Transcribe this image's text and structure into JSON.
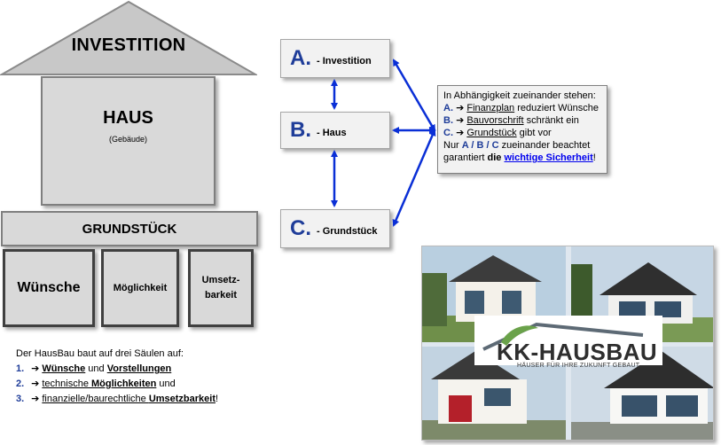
{
  "house": {
    "roof_label": "INVESTITION",
    "body_label": "HAUS",
    "body_sub": "(Gebäude)",
    "ground_label": "GRUNDSTÜCK",
    "pillars": [
      "Wünsche",
      "Möglichkeit",
      "Umsetz-",
      "barkeit"
    ]
  },
  "pillars_list": {
    "intro": "Der HausBau baut auf drei Säulen auf:",
    "items": [
      {
        "num": "1.",
        "arrow": "➔",
        "t1": "Wünsche",
        "t2": " und ",
        "t3": "Vorstellungen",
        "t4": ""
      },
      {
        "num": "2.",
        "arrow": "➔",
        "t1": "technische ",
        "t2": "Möglichkeiten",
        "t3": " und",
        "t4": ""
      },
      {
        "num": "3.",
        "arrow": "➔",
        "t1": "finanzielle/baurechtliche ",
        "t2": "Umsetzbarkeit",
        "t3": "!",
        "t4": ""
      }
    ]
  },
  "boxes": [
    {
      "letter": "A.",
      "label": "- Investition"
    },
    {
      "letter": "B.",
      "label": "- Haus"
    },
    {
      "letter": "C.",
      "label": "- Grundstück"
    }
  ],
  "info": {
    "line1": "In Abhängigkeit zueinander stehen:",
    "a_letter": "A.",
    "a_arrow": "➔",
    "a_link": "Finanzplan",
    "a_rest": " reduziert Wünsche",
    "b_letter": "B.",
    "b_arrow": "➔",
    "b_link": "Bauvorschrift",
    "b_rest": " schränkt ein",
    "c_letter": "C.",
    "c_arrow": "➔",
    "c_link": "Grundstück",
    "c_rest": " gibt vor",
    "nur": "Nur ",
    "abc": "A / B / C",
    "nur_rest": " zueinander beachtet",
    "garant": "garantiert ",
    "die": "die ",
    "link": "wichtige Sicherheit",
    "excl": "!"
  },
  "logo": {
    "brand": "KK-HAUSBAU",
    "tagline": "HÄUSER FÜR IHRE ZUKUNFT GEBAUT"
  },
  "colors": {
    "accent_blue": "#1f3d99",
    "arrow_blue": "#0a2fd6",
    "gray_fill": "#d9d9d9"
  }
}
